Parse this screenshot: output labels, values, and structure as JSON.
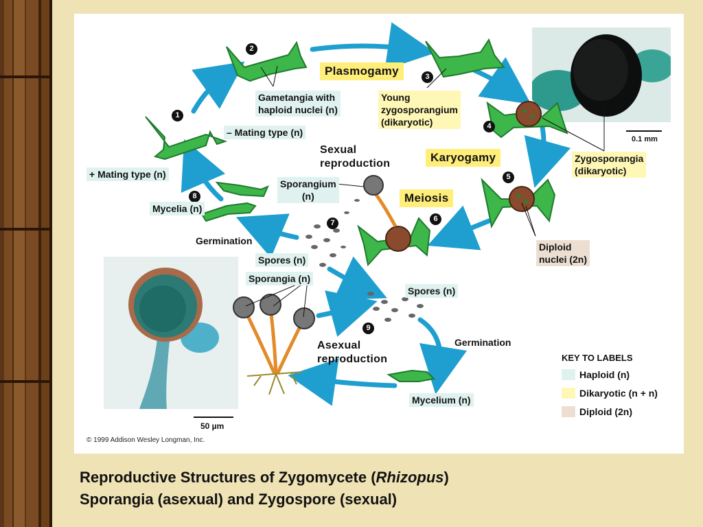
{
  "caption": {
    "line1_pre": "Reproductive Structures of Zygomycete (",
    "line1_em": "Rhizopus",
    "line1_post": ")",
    "line2": "Sporangia (asexual) and Zygospore (sexual)"
  },
  "stages": {
    "plasmogamy": "Plasmogamy",
    "karyogamy": "Karyogamy",
    "meiosis": "Meiosis"
  },
  "headings": {
    "sexual_1": "Sexual",
    "sexual_2": "reproduction",
    "asexual_1": "Asexual",
    "asexual_2": "reproduction"
  },
  "labels": {
    "gametangia_1": "Gametangia with",
    "gametangia_2": "haploid nuclei (n)",
    "minus_mating": "– Mating type (n)",
    "plus_mating": "+ Mating type (n)",
    "mycelia": "Mycelia (n)",
    "germination_top": "Germination",
    "sporangium_1": "Sporangium",
    "sporangium_2": "(n)",
    "spores_left": "Spores (n)",
    "sporangia_left": "Sporangia (n)",
    "spores_right": "Spores (n)",
    "germination_bottom": "Germination",
    "mycelium": "Mycelium (n)",
    "young_1": "Young",
    "young_2": "zygosporangium",
    "young_3": "(dikaryotic)",
    "zygosporangia_1": "Zygosporangia",
    "zygosporangia_2": "(dikaryotic)",
    "diploid_1": "Diploid",
    "diploid_2": "nuclei (2n)",
    "scale_top": "0.1 mm",
    "scale_bottom": "50 µm"
  },
  "numbers": [
    "1",
    "2",
    "3",
    "4",
    "5",
    "6",
    "7",
    "8",
    "9"
  ],
  "key": {
    "title": "Key to labels",
    "items": [
      {
        "label": "Haploid (n)",
        "color": "#e0f2ef"
      },
      {
        "label": "Dikaryotic (n + n)",
        "color": "#fff7b5"
      },
      {
        "label": "Diploid (2n)",
        "color": "#ecdfd2"
      }
    ]
  },
  "copyright": "© 1999 Addison Wesley Longman, Inc.",
  "colors": {
    "arrow": "#1e9fd0",
    "hypha": "#3db64a",
    "hypha_dark": "#1f7a2e",
    "zygospore": "#8a4a2e",
    "stalk": "#e38b2b",
    "sporangium": "#777777"
  }
}
